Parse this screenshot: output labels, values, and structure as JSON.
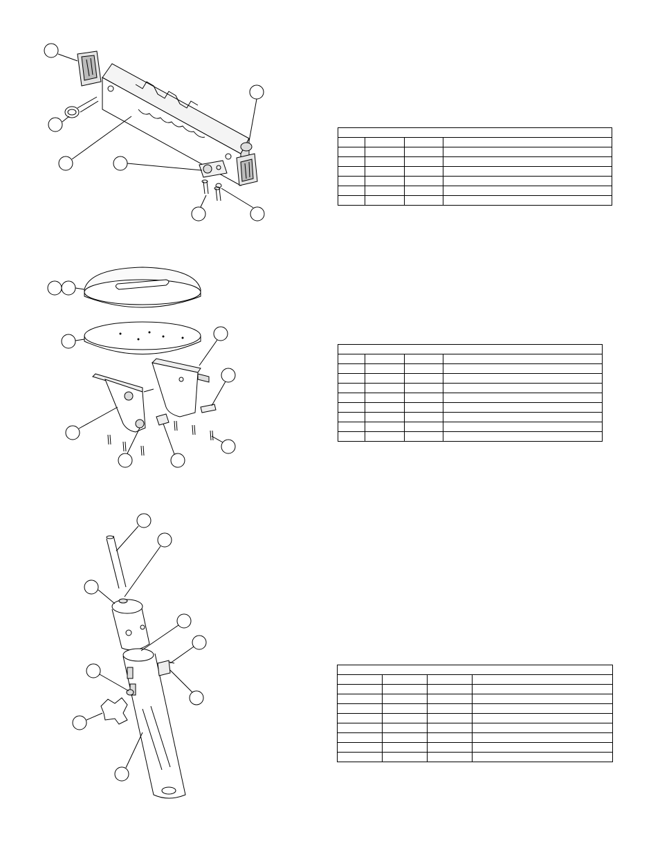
{
  "page": {
    "callout_labels": [],
    "tables": [
      {
        "id": "parts-table-1",
        "columns": 4,
        "rows": 7,
        "title": "",
        "cells": []
      },
      {
        "id": "parts-table-2",
        "columns": 4,
        "rows": 9,
        "title": "",
        "cells": []
      },
      {
        "id": "parts-table-3",
        "columns": 4,
        "rows": 9,
        "title": "",
        "cells": []
      }
    ]
  }
}
